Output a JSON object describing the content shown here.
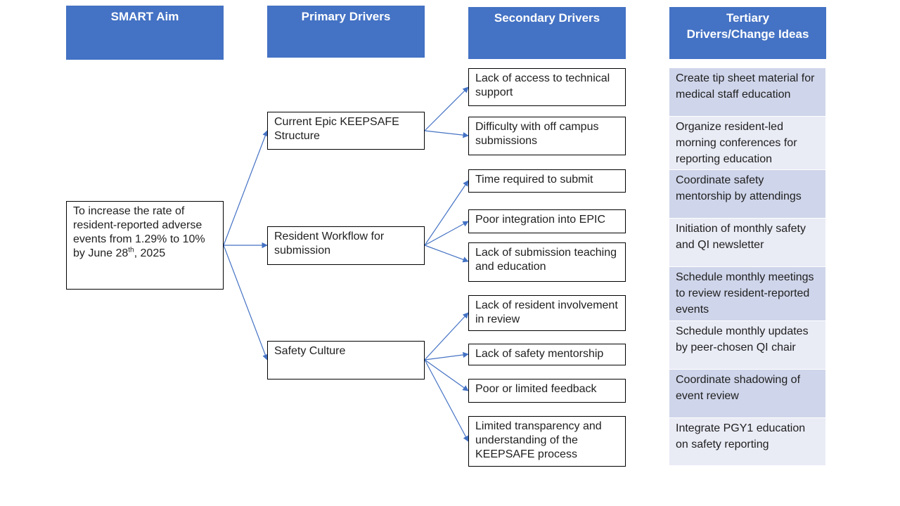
{
  "headers": {
    "smart_aim": "SMART Aim",
    "primary": "Primary Drivers",
    "secondary": "Secondary Drivers",
    "tertiary_line1": "Tertiary",
    "tertiary_line2": "Drivers/Change Ideas"
  },
  "aim": {
    "text_before": "To increase the rate of resident-reported adverse events from 1.29% to 10% by June 28",
    "superscript": "th",
    "text_after": ", 2025"
  },
  "primary_drivers": [
    "Current Epic KEEPSAFE Structure",
    "Resident Workflow for submission",
    "Safety Culture"
  ],
  "secondary_drivers": [
    "Lack of access to technical support",
    "Difficulty with off campus submissions",
    "Time required to submit",
    "Poor integration into EPIC",
    "Lack of submission teaching and education",
    "Lack of resident involvement in review",
    "Lack of safety mentorship",
    "Poor or limited feedback",
    "Limited transparency and understanding of the KEEPSAFE process"
  ],
  "change_ideas": [
    "Create tip sheet material for medical staff education",
    "Organize resident-led morning conferences for reporting education",
    "Coordinate safety mentorship by attendings",
    "Initiation of monthly safety and QI newsletter",
    "Schedule monthly meetings to review resident-reported events",
    "Schedule monthly updates by peer-chosen QI chair",
    "Coordinate shadowing of event review",
    "Integrate PGY1 education on safety reporting"
  ],
  "colors": {
    "header_blue": "#4472c4",
    "connector_blue": "#4472c4",
    "change_idea_dark": "#cfd5ea",
    "change_idea_light": "#e9ebf5"
  }
}
